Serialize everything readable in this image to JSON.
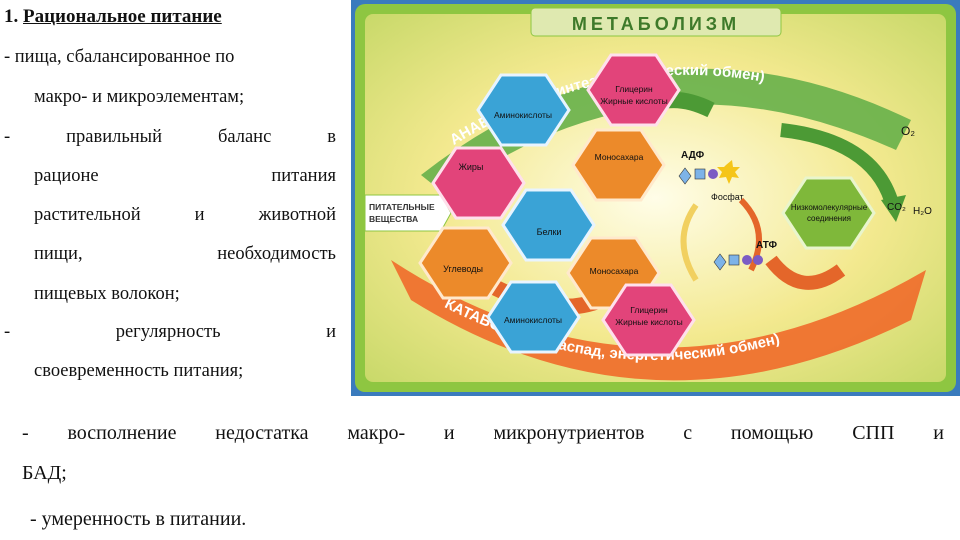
{
  "left": {
    "heading_num": "1.",
    "heading": "Рациональное питание",
    "lines": [
      [
        "- пища, сбалансированное по"
      ],
      [
        "макро- и микроэлементам;"
      ],
      [
        "-",
        "правильный",
        "баланс",
        "в"
      ],
      [
        "рационе",
        "питания"
      ],
      [
        "растительной",
        "и",
        "животной"
      ],
      [
        "пищи,",
        "необходимость"
      ],
      [
        "пищевых волокон;"
      ],
      [
        "-",
        "регулярность",
        "и"
      ],
      [
        "своевременность питания;"
      ]
    ]
  },
  "bottom": {
    "line1": [
      "-",
      "восполнение",
      "недостатка",
      "макро-",
      "и",
      "микронутриентов",
      "с",
      "помощью",
      "СПП",
      "и"
    ],
    "line2": "БАД;",
    "line3": "- умеренность в питании."
  },
  "diagram": {
    "title": "МЕТАБОЛИЗМ",
    "anabolism": "АНАБОЛИЗМ (синтез, пластический обмен)",
    "catabolism": "КАТАБОЛИЗМ (распад, энергетический обмен)",
    "nutrients": [
      "ПИТАТЕЛЬНЫЕ",
      "ВЕЩЕСТВА"
    ],
    "top": {
      "amino": "Аминокислоты",
      "glycerin": [
        "Глицерин",
        "Жирные кислоты"
      ],
      "mono": "Моносахара"
    },
    "middle": {
      "fats": "Жиры",
      "proteins": "Белки",
      "carbs": "Углеводы"
    },
    "bottom": {
      "mono": "Моносахара",
      "amino": "Аминокислоты",
      "glycerin": [
        "Глицерин",
        "Жирные кислоты"
      ]
    },
    "adp": "АДФ",
    "phosphate": "Фосфат",
    "atp": "АТФ",
    "o2": "O₂",
    "co2": "CO₂",
    "h2o": "H₂O",
    "lowmol": [
      "Низкомолекулярные",
      "соединения"
    ]
  },
  "colors": {
    "background": "#3a7bbd",
    "diagram_green": "#8ec641",
    "anabolism_band": "#67b04a",
    "catabolism_band": "#ef6a2a",
    "text_dark": "#111111"
  }
}
